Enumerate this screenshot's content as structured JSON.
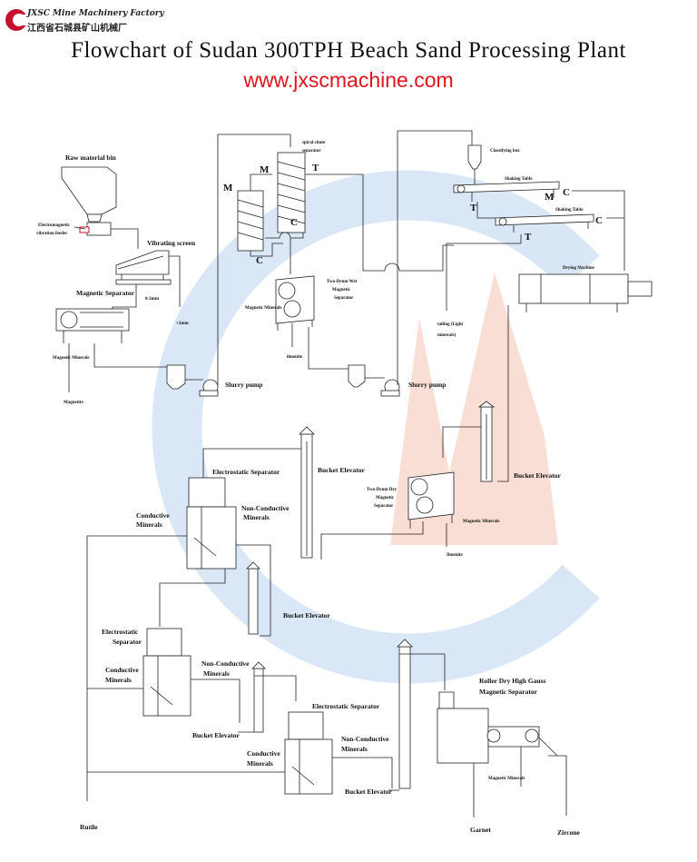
{
  "header": {
    "company_en": "JXSC Mine Machinery Factory",
    "company_cn": "江西省石城县矿山机械厂",
    "title": "Flowchart of Sudan 300TPH Beach Sand Processing Plant",
    "url": "www.jxscmachine.com"
  },
  "colors": {
    "url": "#e0141e",
    "logo": "#c8102e",
    "watermark_blue": "#b9d3ee",
    "watermark_red": "#f3b9a8"
  },
  "labels": {
    "raw_material_bin": "Raw material bin",
    "electromagnetic_feeder_1": "Electromagnetic",
    "electromagnetic_feeder_2": "vibration feeder",
    "vibrating_screen": "Vibrating screen",
    "magnetic_separator": "Magnetic Separator",
    "size_fine": "0-2mm",
    "size_coarse": "+2mm",
    "magnetic_minerals": "Magnetic Minerals",
    "magnetite": "Magnetite",
    "spiral_chute_1": "spiral chute",
    "spiral_chute_2": "separator",
    "m": "M",
    "t": "T",
    "c": "C",
    "two_drum_wet_1": "Two-Drum Wet",
    "two_drum_wet_2": "Magnetic",
    "two_drum_wet_3": "Separator",
    "ilmenite": "ilmenite",
    "slurry_pump": "Slurry pump",
    "classifying_box": "Classifying box",
    "shaking_table": "Shaking Table",
    "drying_machine": "Drying Machine",
    "tailing_1": "tailing (Light",
    "tailing_2": "minerals)",
    "electrostatic_separator": "Electrostatic Separator",
    "bucket_elevator": "Bucket Elevator",
    "two_drum_dry_1": "Two-Drum Dry",
    "two_drum_dry_2": "Magnetic",
    "two_drum_dry_3": "Separator",
    "ilmenite_cap": "Ilmenite",
    "conductive_1": "Conductive",
    "conductive_2": "Minerals",
    "non_conductive_1": "Non-Conductive",
    "non_conductive_2": "Minerals",
    "electrostatic_1": "Electrostatic",
    "electrostatic_2": "Separator",
    "roller_1": "Roller Dry High Gauss",
    "roller_2": "Magnetic Separator",
    "rutile": "Rutile",
    "garnet": "Garnet",
    "zircone": "Zircone"
  }
}
